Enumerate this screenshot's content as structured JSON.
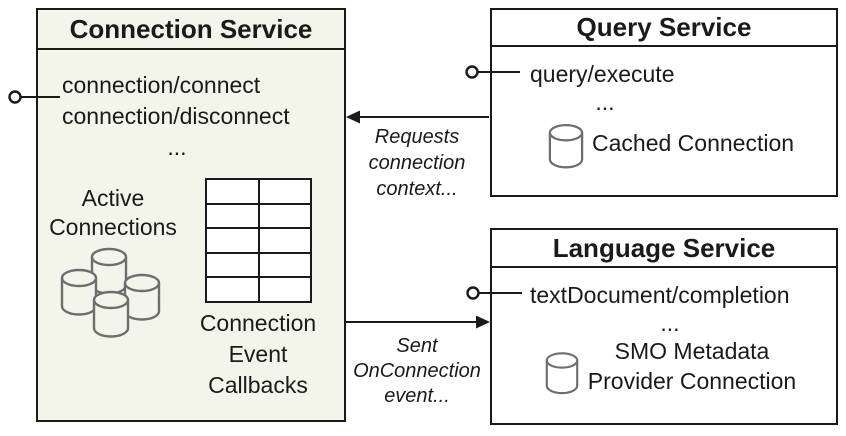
{
  "colors": {
    "connection_box_bg": "#f3f5eb",
    "service_box_bg": "#ffffff",
    "line_color": "#1a1a1a",
    "cylinder_stroke": "#6e6e6e",
    "text_color": "#1a1a1a"
  },
  "connection_service": {
    "title": "Connection Service",
    "method_1": "connection/connect",
    "method_2": "connection/disconnect",
    "ellipsis": "...",
    "active_connections_label": "Active\nConnections",
    "callbacks_label": "Connection\nEvent\nCallbacks"
  },
  "query_service": {
    "title": "Query Service",
    "method_1": "query/execute",
    "ellipsis": "...",
    "cached_connection_label": "Cached Connection"
  },
  "language_service": {
    "title": "Language Service",
    "method_1": "textDocument/completion",
    "ellipsis": "...",
    "smo_label": "SMO Metadata\nProvider Connection"
  },
  "arrows": {
    "requests_label": "Requests\nconnection\ncontext...",
    "sent_label": "Sent\nOnConnection\nevent..."
  }
}
